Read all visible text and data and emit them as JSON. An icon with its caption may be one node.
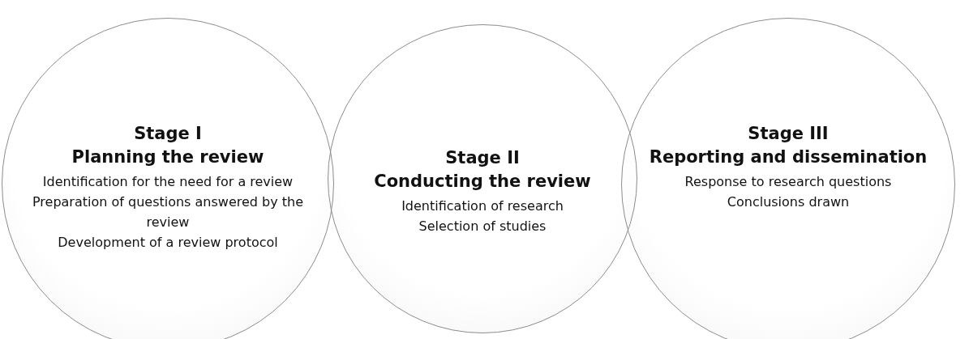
{
  "diagram": {
    "nodes": [
      {
        "text": [
          "Stage I",
          "Planning the review",
          "Identification for the need for a review",
          "Preparation of questions answered by the review",
          "Development of a review protocol"
        ]
      },
      {
        "text": [
          "Stage II",
          "Conducting the review",
          "Identification of research",
          "Selection of studies"
        ]
      },
      {
        "text": [
          "Stage III",
          "Reporting and dissemination",
          "Response to research questions",
          "Conclusions drawn"
        ]
      }
    ]
  }
}
